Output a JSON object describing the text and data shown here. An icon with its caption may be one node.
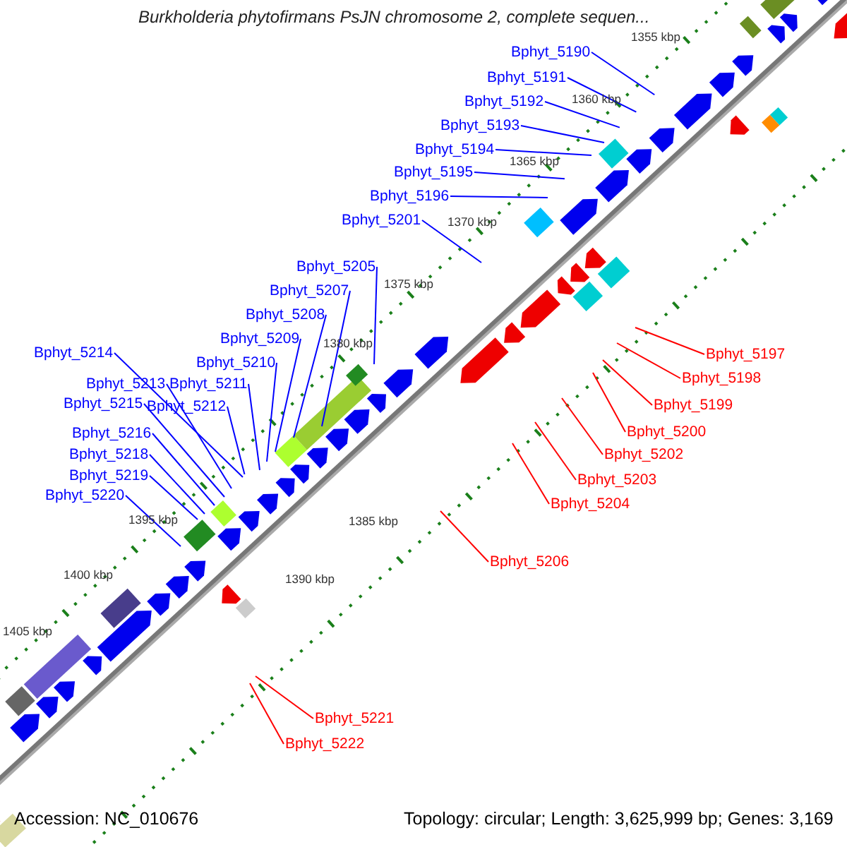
{
  "diagram": {
    "title": "Burkholderia phytofirmans PsJN chromosome 2, complete sequen...",
    "nodes": [
      {
        "text": [
          "Bphyt_5190"
        ]
      },
      {
        "text": [
          "Bphyt_5191"
        ]
      },
      {
        "text": [
          "Bphyt_5192"
        ]
      },
      {
        "text": [
          "Bphyt_5193"
        ]
      },
      {
        "text": [
          "Bphyt_5194"
        ]
      },
      {
        "text": [
          "Bphyt_5195"
        ]
      },
      {
        "text": [
          "Bphyt_5196"
        ]
      },
      {
        "text": [
          "Bphyt_5201"
        ]
      },
      {
        "text": [
          "Bphyt_5205"
        ]
      },
      {
        "text": [
          "Bphyt_5207"
        ]
      },
      {
        "text": [
          "Bphyt_5208"
        ]
      },
      {
        "text": [
          "Bphyt_5209"
        ]
      },
      {
        "text": [
          "Bphyt_5210"
        ]
      },
      {
        "text": [
          "Bphyt_5214"
        ]
      },
      {
        "text": [
          "Bphyt_5213"
        ]
      },
      {
        "text": [
          "Bphyt_5211"
        ]
      },
      {
        "text": [
          "Bphyt_5215"
        ]
      },
      {
        "text": [
          "Bphyt_5212"
        ]
      },
      {
        "text": [
          "Bphyt_5216"
        ]
      },
      {
        "text": [
          "Bphyt_5218"
        ]
      },
      {
        "text": [
          "Bphyt_5219"
        ]
      },
      {
        "text": [
          "Bphyt_5220"
        ]
      },
      {
        "text": [
          "Bphyt_5197"
        ]
      },
      {
        "text": [
          "Bphyt_5198"
        ]
      },
      {
        "text": [
          "Bphyt_5199"
        ]
      },
      {
        "text": [
          "Bphyt_5200"
        ]
      },
      {
        "text": [
          "Bphyt_5202"
        ]
      },
      {
        "text": [
          "Bphyt_5203"
        ]
      },
      {
        "text": [
          "Bphyt_5204"
        ]
      },
      {
        "text": [
          "Bphyt_5206"
        ]
      },
      {
        "text": [
          "Bphyt_5221"
        ]
      },
      {
        "text": [
          "Bphyt_5222"
        ]
      }
    ],
    "edges": [
      {
        "from": 0,
        "to": null,
        "arrow": "none"
      },
      {
        "from": 1,
        "to": null,
        "arrow": "none"
      },
      {
        "from": 2,
        "to": null,
        "arrow": "none"
      },
      {
        "from": 3,
        "to": null,
        "arrow": "none"
      },
      {
        "from": 4,
        "to": null,
        "arrow": "none"
      },
      {
        "from": 5,
        "to": null,
        "arrow": "none"
      },
      {
        "from": 6,
        "to": null,
        "arrow": "none"
      },
      {
        "from": 7,
        "to": null,
        "arrow": "none"
      },
      {
        "from": 8,
        "to": null,
        "arrow": "none"
      },
      {
        "from": 9,
        "to": null,
        "arrow": "none"
      },
      {
        "from": 10,
        "to": null,
        "arrow": "none"
      },
      {
        "from": 11,
        "to": null,
        "arrow": "none"
      },
      {
        "from": 12,
        "to": null,
        "arrow": "none"
      },
      {
        "from": 13,
        "to": null,
        "arrow": "none"
      },
      {
        "from": 14,
        "to": null,
        "arrow": "none"
      },
      {
        "from": 15,
        "to": null,
        "arrow": "none"
      },
      {
        "from": 16,
        "to": null,
        "arrow": "none"
      },
      {
        "from": 17,
        "to": null,
        "arrow": "none"
      },
      {
        "from": 18,
        "to": null,
        "arrow": "none"
      },
      {
        "from": 19,
        "to": null,
        "arrow": "none"
      },
      {
        "from": 20,
        "to": null,
        "arrow": "none"
      },
      {
        "from": 21,
        "to": null,
        "arrow": "none"
      },
      {
        "from": 22,
        "to": null,
        "arrow": "none",
        "color": "#ff0000"
      },
      {
        "from": 23,
        "to": null,
        "arrow": "none",
        "color": "#ff0000"
      },
      {
        "from": 24,
        "to": null,
        "arrow": "none",
        "color": "#ff0000"
      },
      {
        "from": 25,
        "to": null,
        "arrow": "none",
        "color": "#ff0000"
      },
      {
        "from": 26,
        "to": null,
        "arrow": "none",
        "color": "#ff0000"
      },
      {
        "from": 27,
        "to": null,
        "arrow": "none",
        "color": "#ff0000"
      },
      {
        "from": 28,
        "to": null,
        "arrow": "none",
        "color": "#ff0000"
      },
      {
        "from": 29,
        "to": null,
        "arrow": "none",
        "color": "#ff0000"
      },
      {
        "from": 30,
        "to": null,
        "arrow": "none",
        "color": "#ff0000"
      },
      {
        "from": 31,
        "to": null,
        "arrow": "none",
        "color": "#ff0000"
      }
    ],
    "labels": [
      "1355 kbp",
      "1360 kbp",
      "1365 kbp",
      "1370 kbp",
      "1375 kbp",
      "1380 kbp",
      "1385 kbp",
      "1390 kbp",
      "1395 kbp",
      "1400 kbp",
      "1405 kbp",
      "Accession: NC_010676",
      "Topology: circular; Length: 3,625,999 bp; Genes: 3,169"
    ]
  }
}
